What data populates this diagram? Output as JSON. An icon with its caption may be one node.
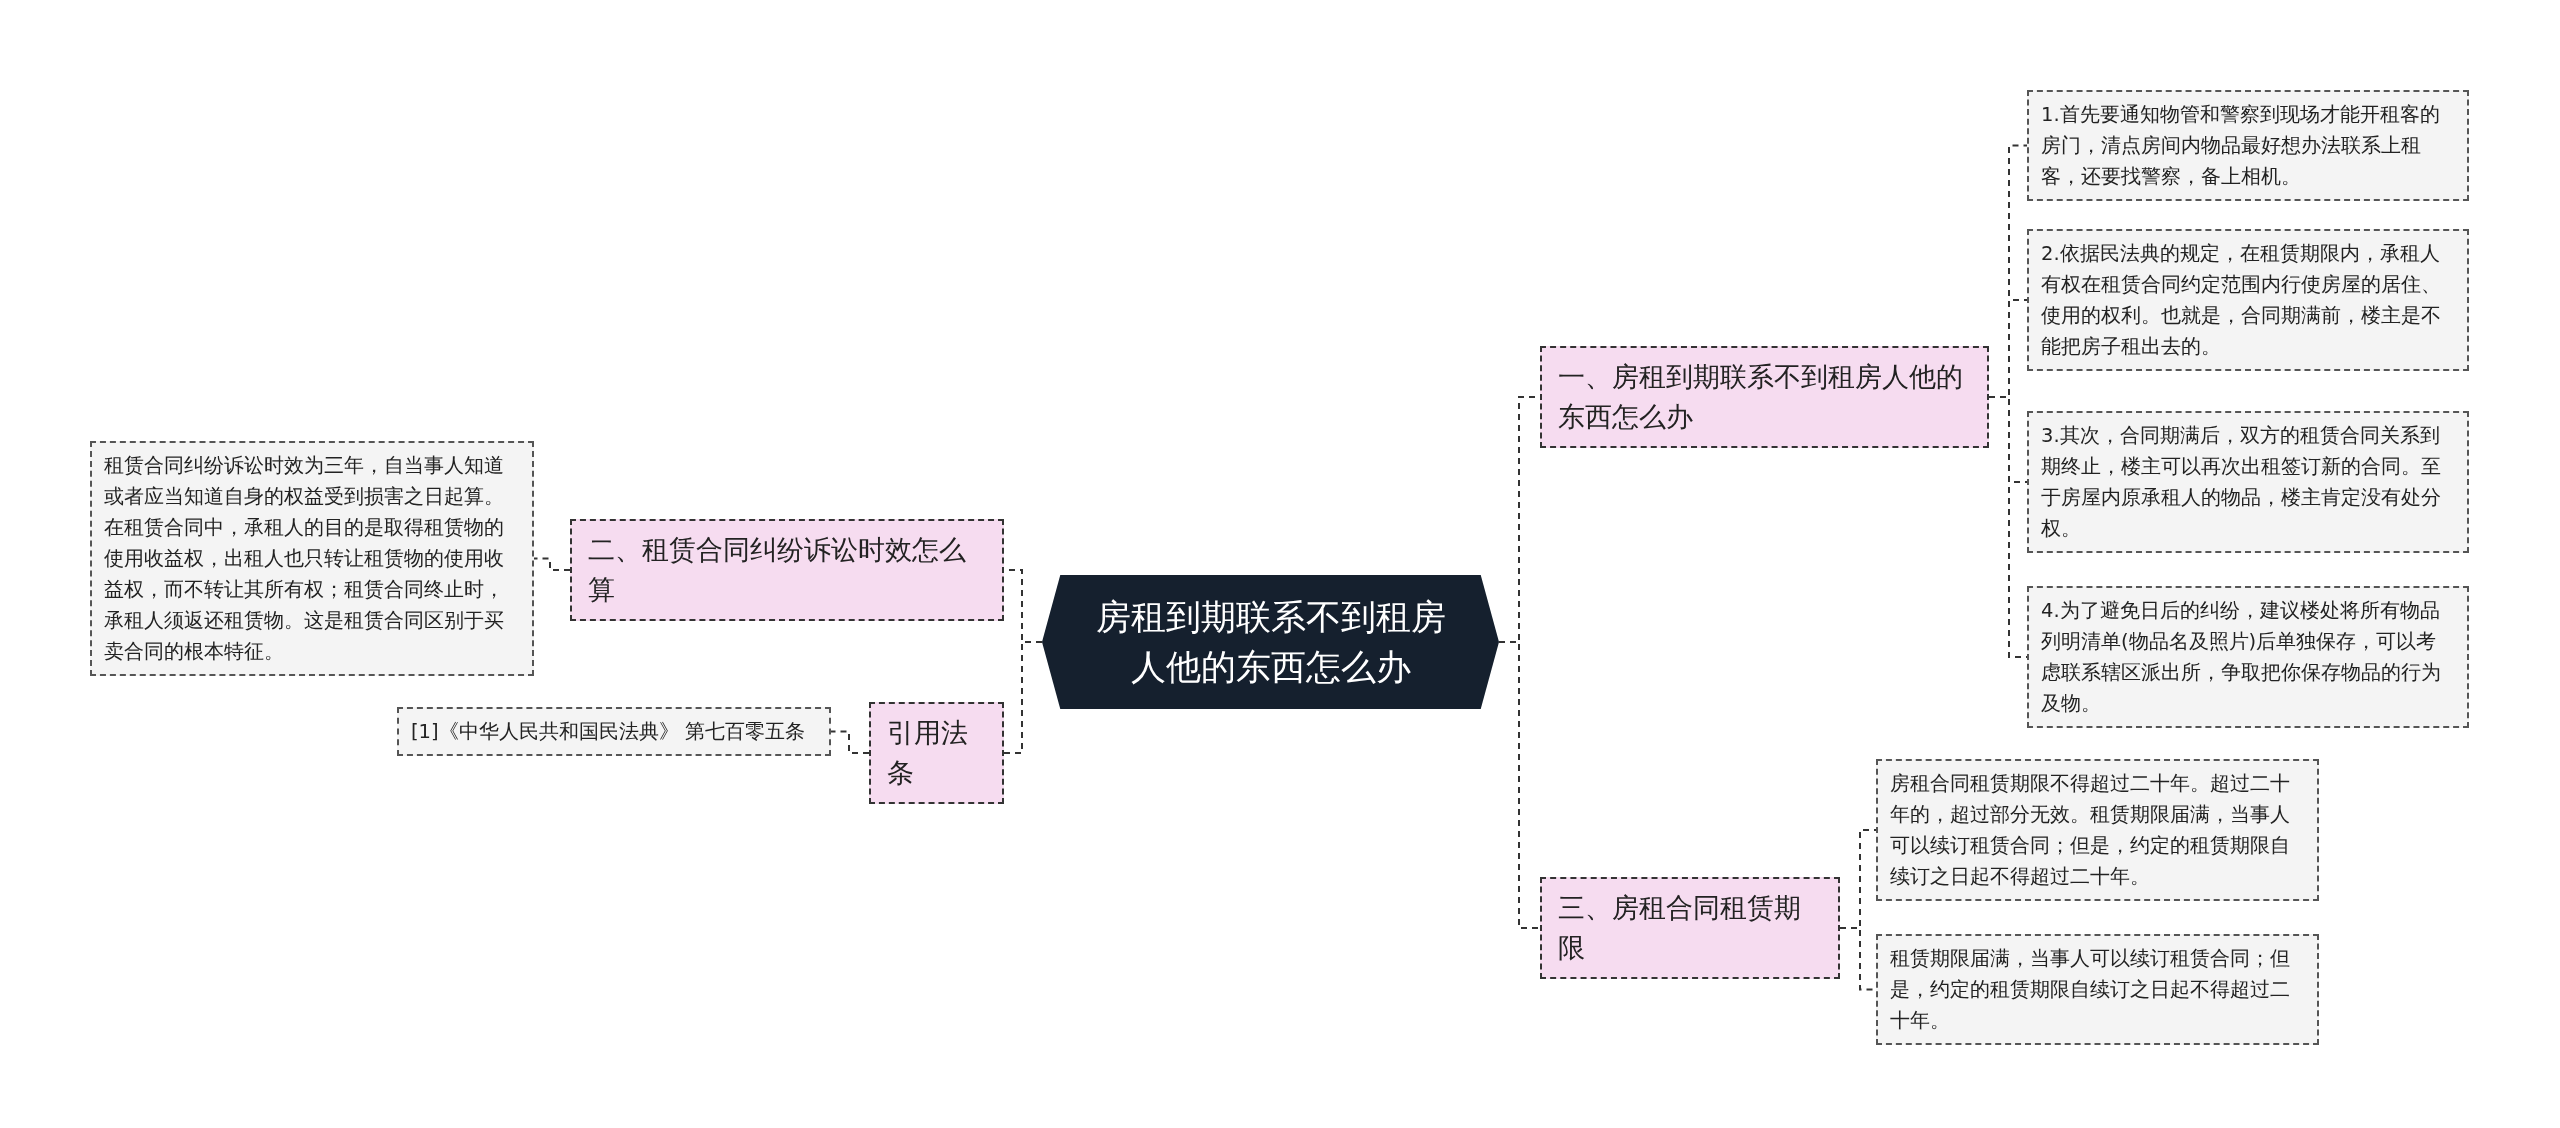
{
  "diagram": {
    "nodes": [
      {
        "text": [
          "房租到期联系不到租房人他的东西怎么办"
        ]
      },
      {
        "text": [
          "一、房租到期联系不到租房人他的东西怎么办"
        ]
      },
      {
        "text": [
          "1.首先要通知物管和警察到现场才能开租客的房门，清点房间内物品最好想办法联系上租客，还要找警察，备上相机。"
        ]
      },
      {
        "text": [
          "2.依据民法典的规定，在租赁期限内，承租人有权在租赁合同约定范围内行使房屋的居住、使用的权利。也就是，合同期满前，楼主是不能把房子租出去的。"
        ]
      },
      {
        "text": [
          "3.其次，合同期满后，双方的租赁合同关系到期终止，楼主可以再次出租签订新的合同。至于房屋内原承租人的物品，楼主肯定没有处分权。"
        ]
      },
      {
        "text": [
          "4.为了避免日后的纠纷，建议楼处将所有物品列明清单(物品名及照片)后单独保存，可以考虑联系辖区派出所，争取把你保存物品的行为及物。"
        ]
      },
      {
        "text": [
          "三、房租合同租赁期限"
        ]
      },
      {
        "text": [
          "房租合同租赁期限不得超过二十年。超过二十年的，超过部分无效。租赁期限届满，当事人可以续订租赁合同；但是，约定的租赁期限自续订之日起不得超过二十年。"
        ]
      },
      {
        "text": [
          "租赁期限届满，当事人可以续订租赁合同；但是，约定的租赁期限自续订之日起不得超过二十年。"
        ]
      },
      {
        "text": [
          "二、租赁合同纠纷诉讼时效怎么算"
        ]
      },
      {
        "text": [
          "租赁合同纠纷诉讼时效为三年，自当事人知道或者应当知道自身的权益受到损害之日起算。在租赁合同中，承租人的目的是取得租赁物的使用收益权，出租人也只转让租赁物的使用收益权，而不转让其所有权；租赁合同终止时，承租人须返还租赁物。这是租赁合同区别于买卖合同的根本特征。"
        ]
      },
      {
        "text": [
          "引用法条"
        ]
      },
      {
        "text": [
          "[1]《中华人民共和国民法典》 第七百零五条"
        ]
      }
    ],
    "edges": [
      {
        "from": 0,
        "to": 1,
        "arrow": "none"
      },
      {
        "from": 1,
        "to": 2,
        "arrow": "none"
      },
      {
        "from": 1,
        "to": 3,
        "arrow": "none"
      },
      {
        "from": 1,
        "to": 4,
        "arrow": "none"
      },
      {
        "from": 1,
        "to": 5,
        "arrow": "none"
      },
      {
        "from": 0,
        "to": 6,
        "arrow": "none"
      },
      {
        "from": 6,
        "to": 7,
        "arrow": "none"
      },
      {
        "from": 6,
        "to": 8,
        "arrow": "none"
      },
      {
        "from": 0,
        "to": 9,
        "arrow": "none"
      },
      {
        "from": 9,
        "to": 10,
        "arrow": "none"
      },
      {
        "from": 0,
        "to": 11,
        "arrow": "none"
      },
      {
        "from": 11,
        "to": 12,
        "arrow": "none"
      }
    ]
  }
}
